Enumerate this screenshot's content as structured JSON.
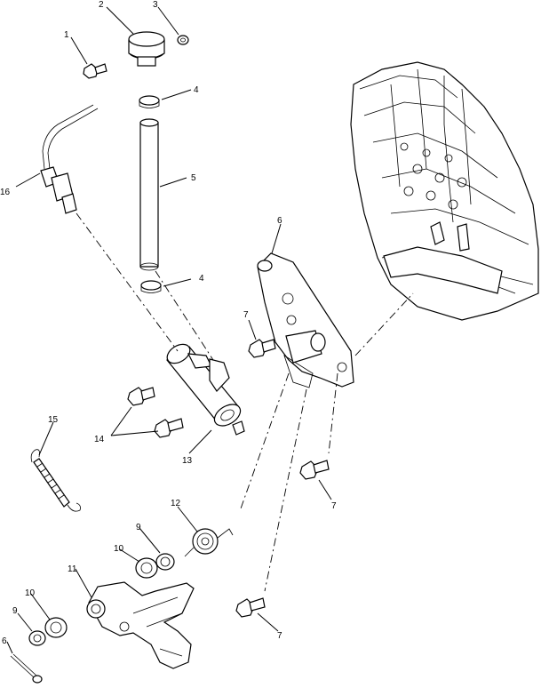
{
  "callouts": [
    {
      "id": "c1",
      "text": "1"
    },
    {
      "id": "c2",
      "text": "2"
    },
    {
      "id": "c3",
      "text": "3"
    },
    {
      "id": "c4a",
      "text": "4"
    },
    {
      "id": "c4b",
      "text": "4"
    },
    {
      "id": "c5",
      "text": "5"
    },
    {
      "id": "c6a",
      "text": "6"
    },
    {
      "id": "c6b",
      "text": "6"
    },
    {
      "id": "c7a",
      "text": "7"
    },
    {
      "id": "c7b",
      "text": "7"
    },
    {
      "id": "c7c",
      "text": "7"
    },
    {
      "id": "c9a",
      "text": "9"
    },
    {
      "id": "c9b",
      "text": "9"
    },
    {
      "id": "c10a",
      "text": "10"
    },
    {
      "id": "c10b",
      "text": "10"
    },
    {
      "id": "c11",
      "text": "11"
    },
    {
      "id": "c12",
      "text": "12"
    },
    {
      "id": "c13",
      "text": "13"
    },
    {
      "id": "c14",
      "text": "14"
    },
    {
      "id": "c15",
      "text": "15"
    },
    {
      "id": "c16",
      "text": "16"
    }
  ]
}
